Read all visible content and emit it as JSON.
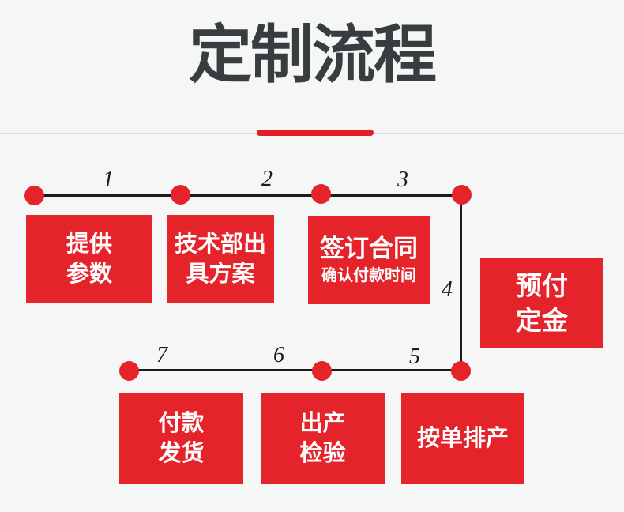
{
  "title": "定制流程",
  "colors": {
    "background": "#f5f6f6",
    "red": "#e5232b",
    "underline_red": "#e51e26",
    "title_text": "#3a3d3f",
    "box_text": "#ffffff",
    "connector_line": "#1c1c1c",
    "divider_line": "#dcdcdc"
  },
  "steps": [
    {
      "number": "1",
      "lines": [
        "提供",
        "参数"
      ]
    },
    {
      "number": "2",
      "lines": [
        "技术部出",
        "具方案"
      ]
    },
    {
      "number": "3",
      "lines": [
        "签订合同",
        "确认付款时间"
      ]
    },
    {
      "number": "4",
      "lines": [
        "预付",
        "定金"
      ]
    },
    {
      "number": "5",
      "lines": [
        "按单排产"
      ]
    },
    {
      "number": "6",
      "lines": [
        "出产",
        "检验"
      ]
    },
    {
      "number": "7",
      "lines": [
        "付款",
        "发货"
      ]
    }
  ]
}
